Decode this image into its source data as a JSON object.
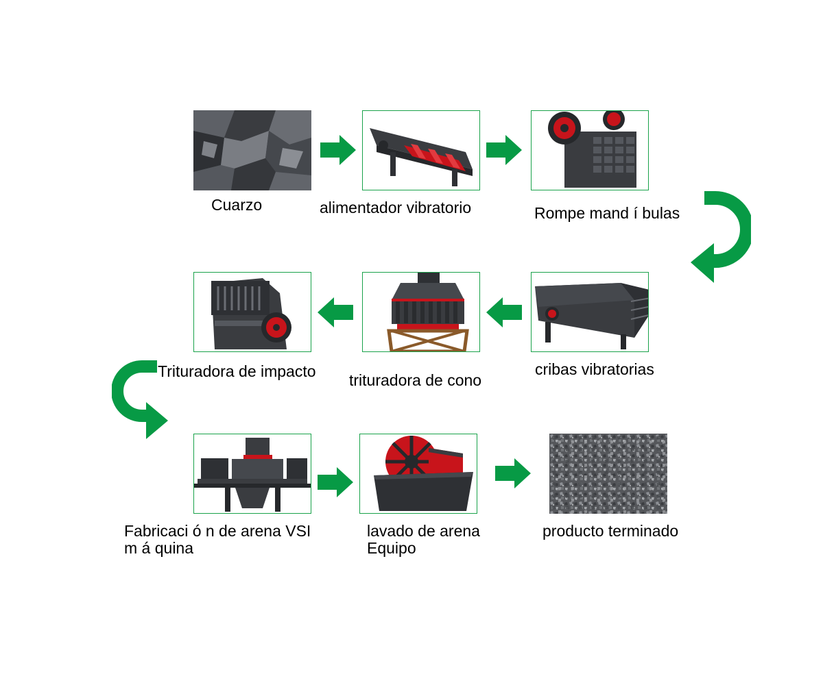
{
  "colors": {
    "arrow": "#079a45",
    "frame": "#19a24a",
    "machine_dark": "#3a3c40",
    "machine_red": "#c8141b"
  },
  "steps": [
    {
      "label": "Cuarzo",
      "icon": "quartz-rock-image"
    },
    {
      "label": "alimentador vibratorio",
      "icon": "vibrating-feeder-image"
    },
    {
      "label": "Rompe mand í bulas",
      "icon": "jaw-crusher-image"
    },
    {
      "label": "cribas vibratorias",
      "icon": "vibrating-screen-image"
    },
    {
      "label": "trituradora de cono",
      "icon": "cone-crusher-image"
    },
    {
      "label": "Trituradora de impacto",
      "icon": "impact-crusher-image"
    },
    {
      "label_lines": [
        "Fabricaci ó n de arena VSI",
        "m á quina"
      ],
      "icon": "vsi-sand-maker-image"
    },
    {
      "label_lines": [
        "lavado de arena",
        "Equipo"
      ],
      "icon": "sand-washer-image"
    },
    {
      "label": "producto terminado",
      "icon": "finished-product-gravel-image"
    }
  ]
}
